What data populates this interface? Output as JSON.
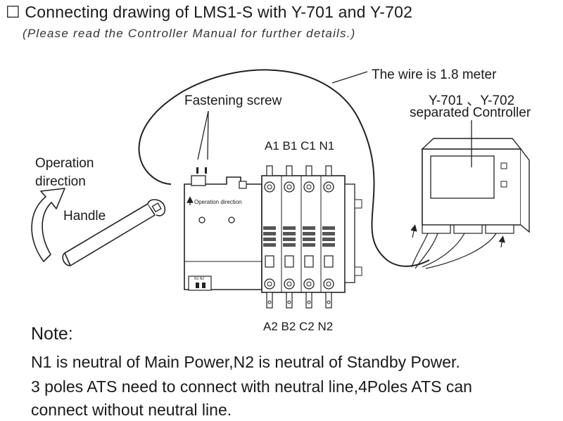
{
  "title": "Connecting drawing of LMS1-S with Y-701 and Y-702",
  "title_checkbox": "☐",
  "subtitle": "(Please read  the Controller Manual for further details.)",
  "labels": {
    "wire": "The wire is 1.8 meter",
    "controller_line1": "Y-701 、Y-702",
    "controller_line2": "separated Controller",
    "fastening": "Fastening    screw",
    "operation_line1": "Operation",
    "operation_line2": "direction",
    "handle": "Handle",
    "panel_direction": "Operation direction",
    "top_terminals": "A1 B1 C1 N1",
    "bottom_terminals": "A2 B2 C2 N2",
    "small_terminal": "N1 N2"
  },
  "note": {
    "title": "Note:",
    "lines": [
      " N1 is neutral of Main Power,N2 is neutral of Standby Power.",
      "3 poles ATS need to connect with neutral line,4Poles ATS can",
      "connect without neutral line."
    ]
  }
}
